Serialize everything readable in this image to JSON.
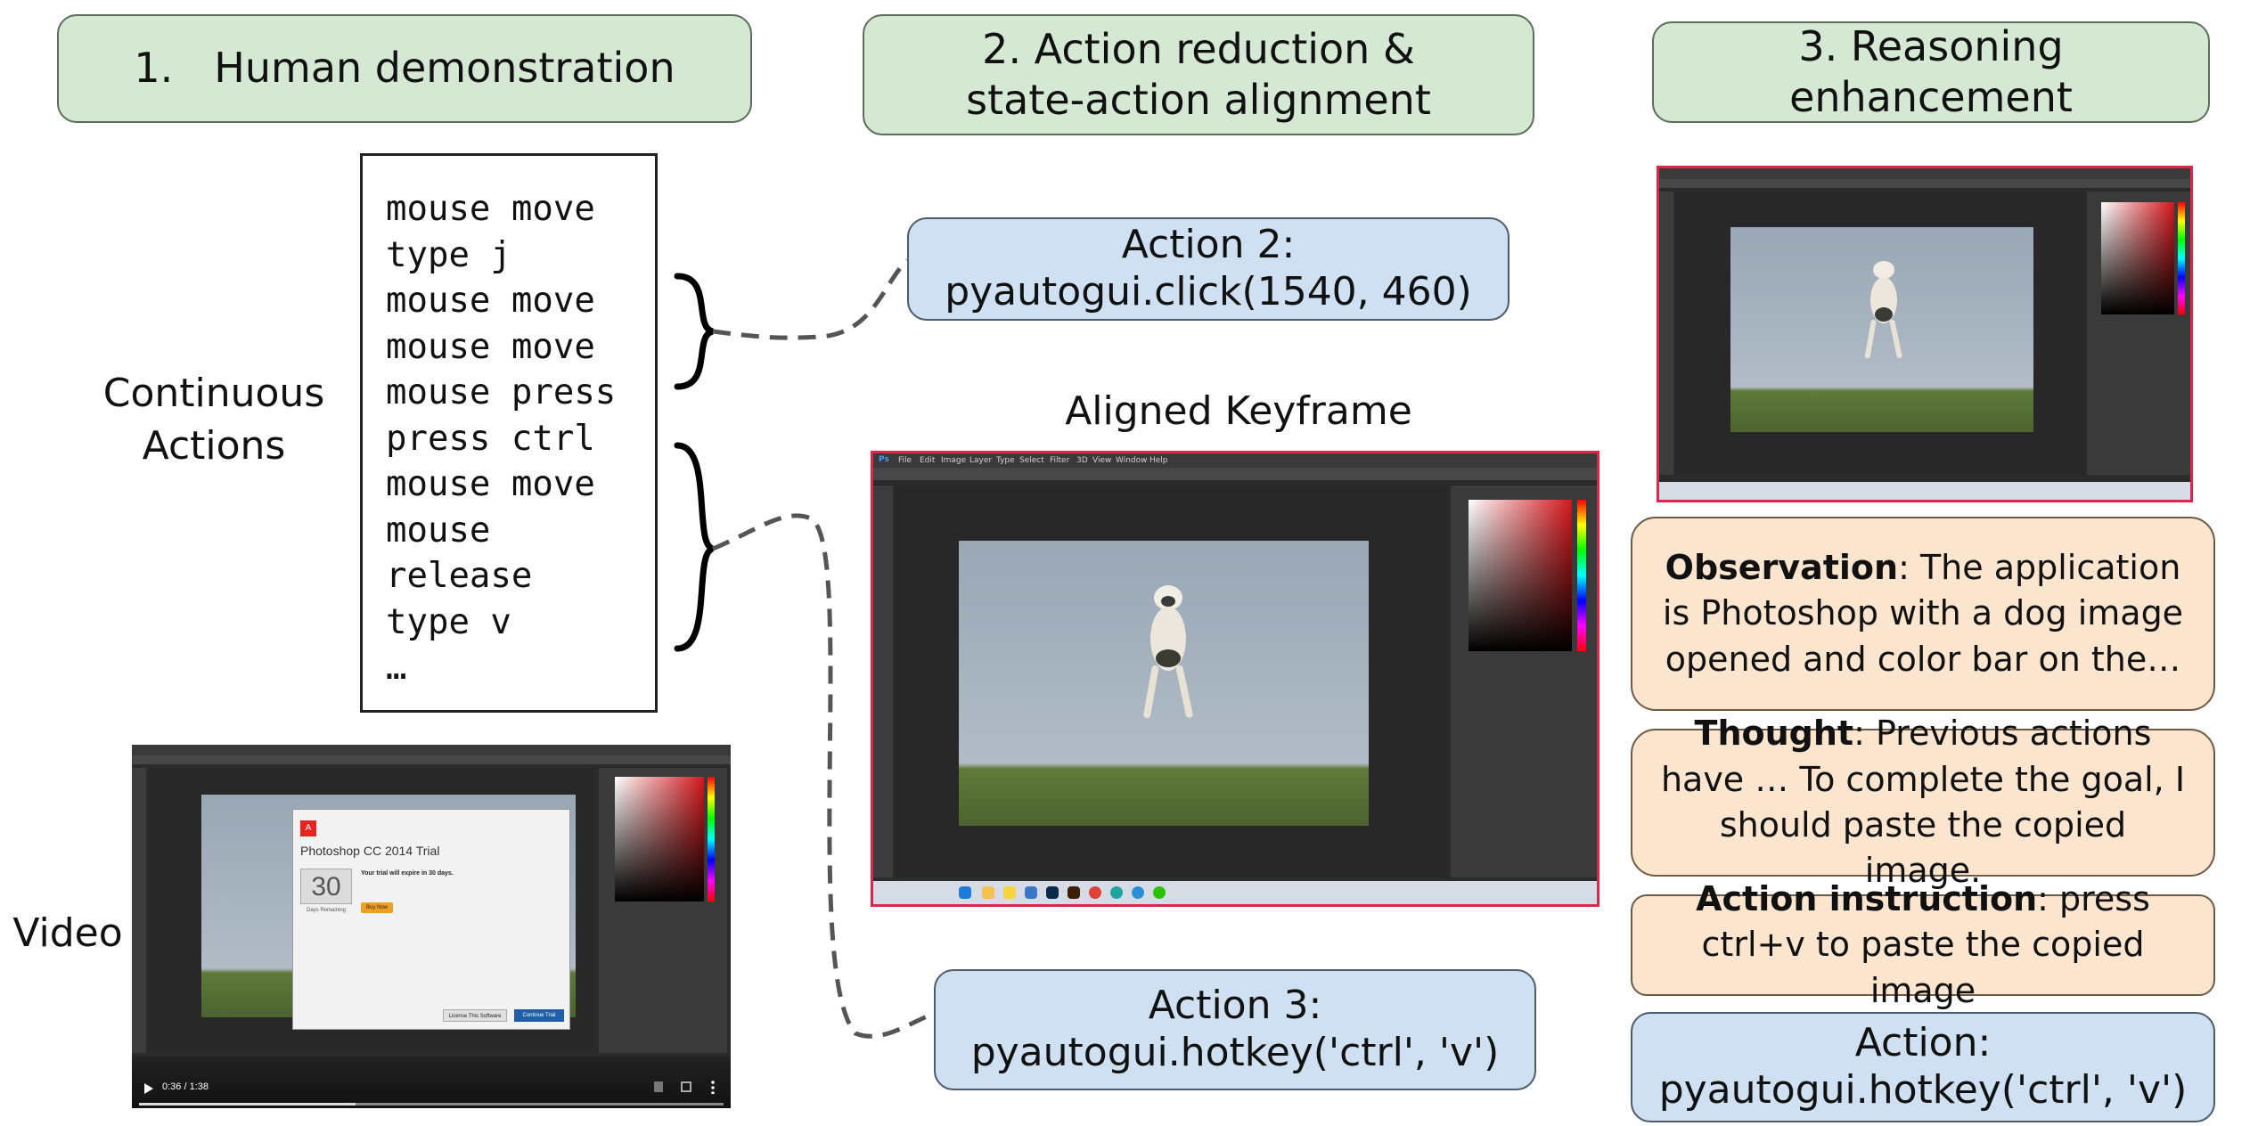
{
  "headers": {
    "step1": "1. Human demonstration",
    "step2_line1": "2. Action reduction &",
    "step2_line2": "state-action alignment",
    "step3": "3. Reasoning enhancement"
  },
  "left_labels": {
    "continuous_line1": "Continuous",
    "continuous_line2": "Actions",
    "video": "Video"
  },
  "continuous_actions": [
    "mouse move",
    "type j",
    "mouse move",
    "mouse move",
    "mouse press",
    "press ctrl",
    "mouse move",
    "mouse",
    "release",
    "type v",
    "…"
  ],
  "action2": {
    "title": "Action 2:",
    "code": "pyautogui.click(1540, 460)"
  },
  "action3": {
    "title": "Action 3:",
    "code": "pyautogui.hotkey('ctrl', 'v')"
  },
  "aligned_keyframe_label": "Aligned Keyframe",
  "reasoning": {
    "observation_label": "Observation",
    "observation_text": ": The application is Photoshop with a dog image opened and color bar on the…",
    "thought_label": "Thought",
    "thought_text": ": Previous actions have … To complete the goal, I should paste the copied image.",
    "instruction_label": "Action instruction",
    "instruction_text": ": press ctrl+v to paste the copied image",
    "action_title": "Action:",
    "action_code": "pyautogui.hotkey('ctrl', 'v')"
  },
  "video": {
    "dialog_title": "Photoshop CC 2014 Trial",
    "trial_message": "Your trial will expire in 30 days.",
    "days_number": "30",
    "days_caption": "Days Remaining",
    "buy_button": "Buy Now",
    "license_button": "License This Software",
    "continue_button": "Continue Trial",
    "time": "0:36 / 1:38"
  },
  "ps_menu": [
    "File",
    "Edit",
    "Image",
    "Layer",
    "Type",
    "Select",
    "Filter",
    "3D",
    "View",
    "Window",
    "Help"
  ],
  "colors": {
    "green_box": "#d5e8d4",
    "blue_box": "#cfe0f2",
    "orange_box": "#fbe5cf",
    "keyframe_border": "#e0244a"
  }
}
